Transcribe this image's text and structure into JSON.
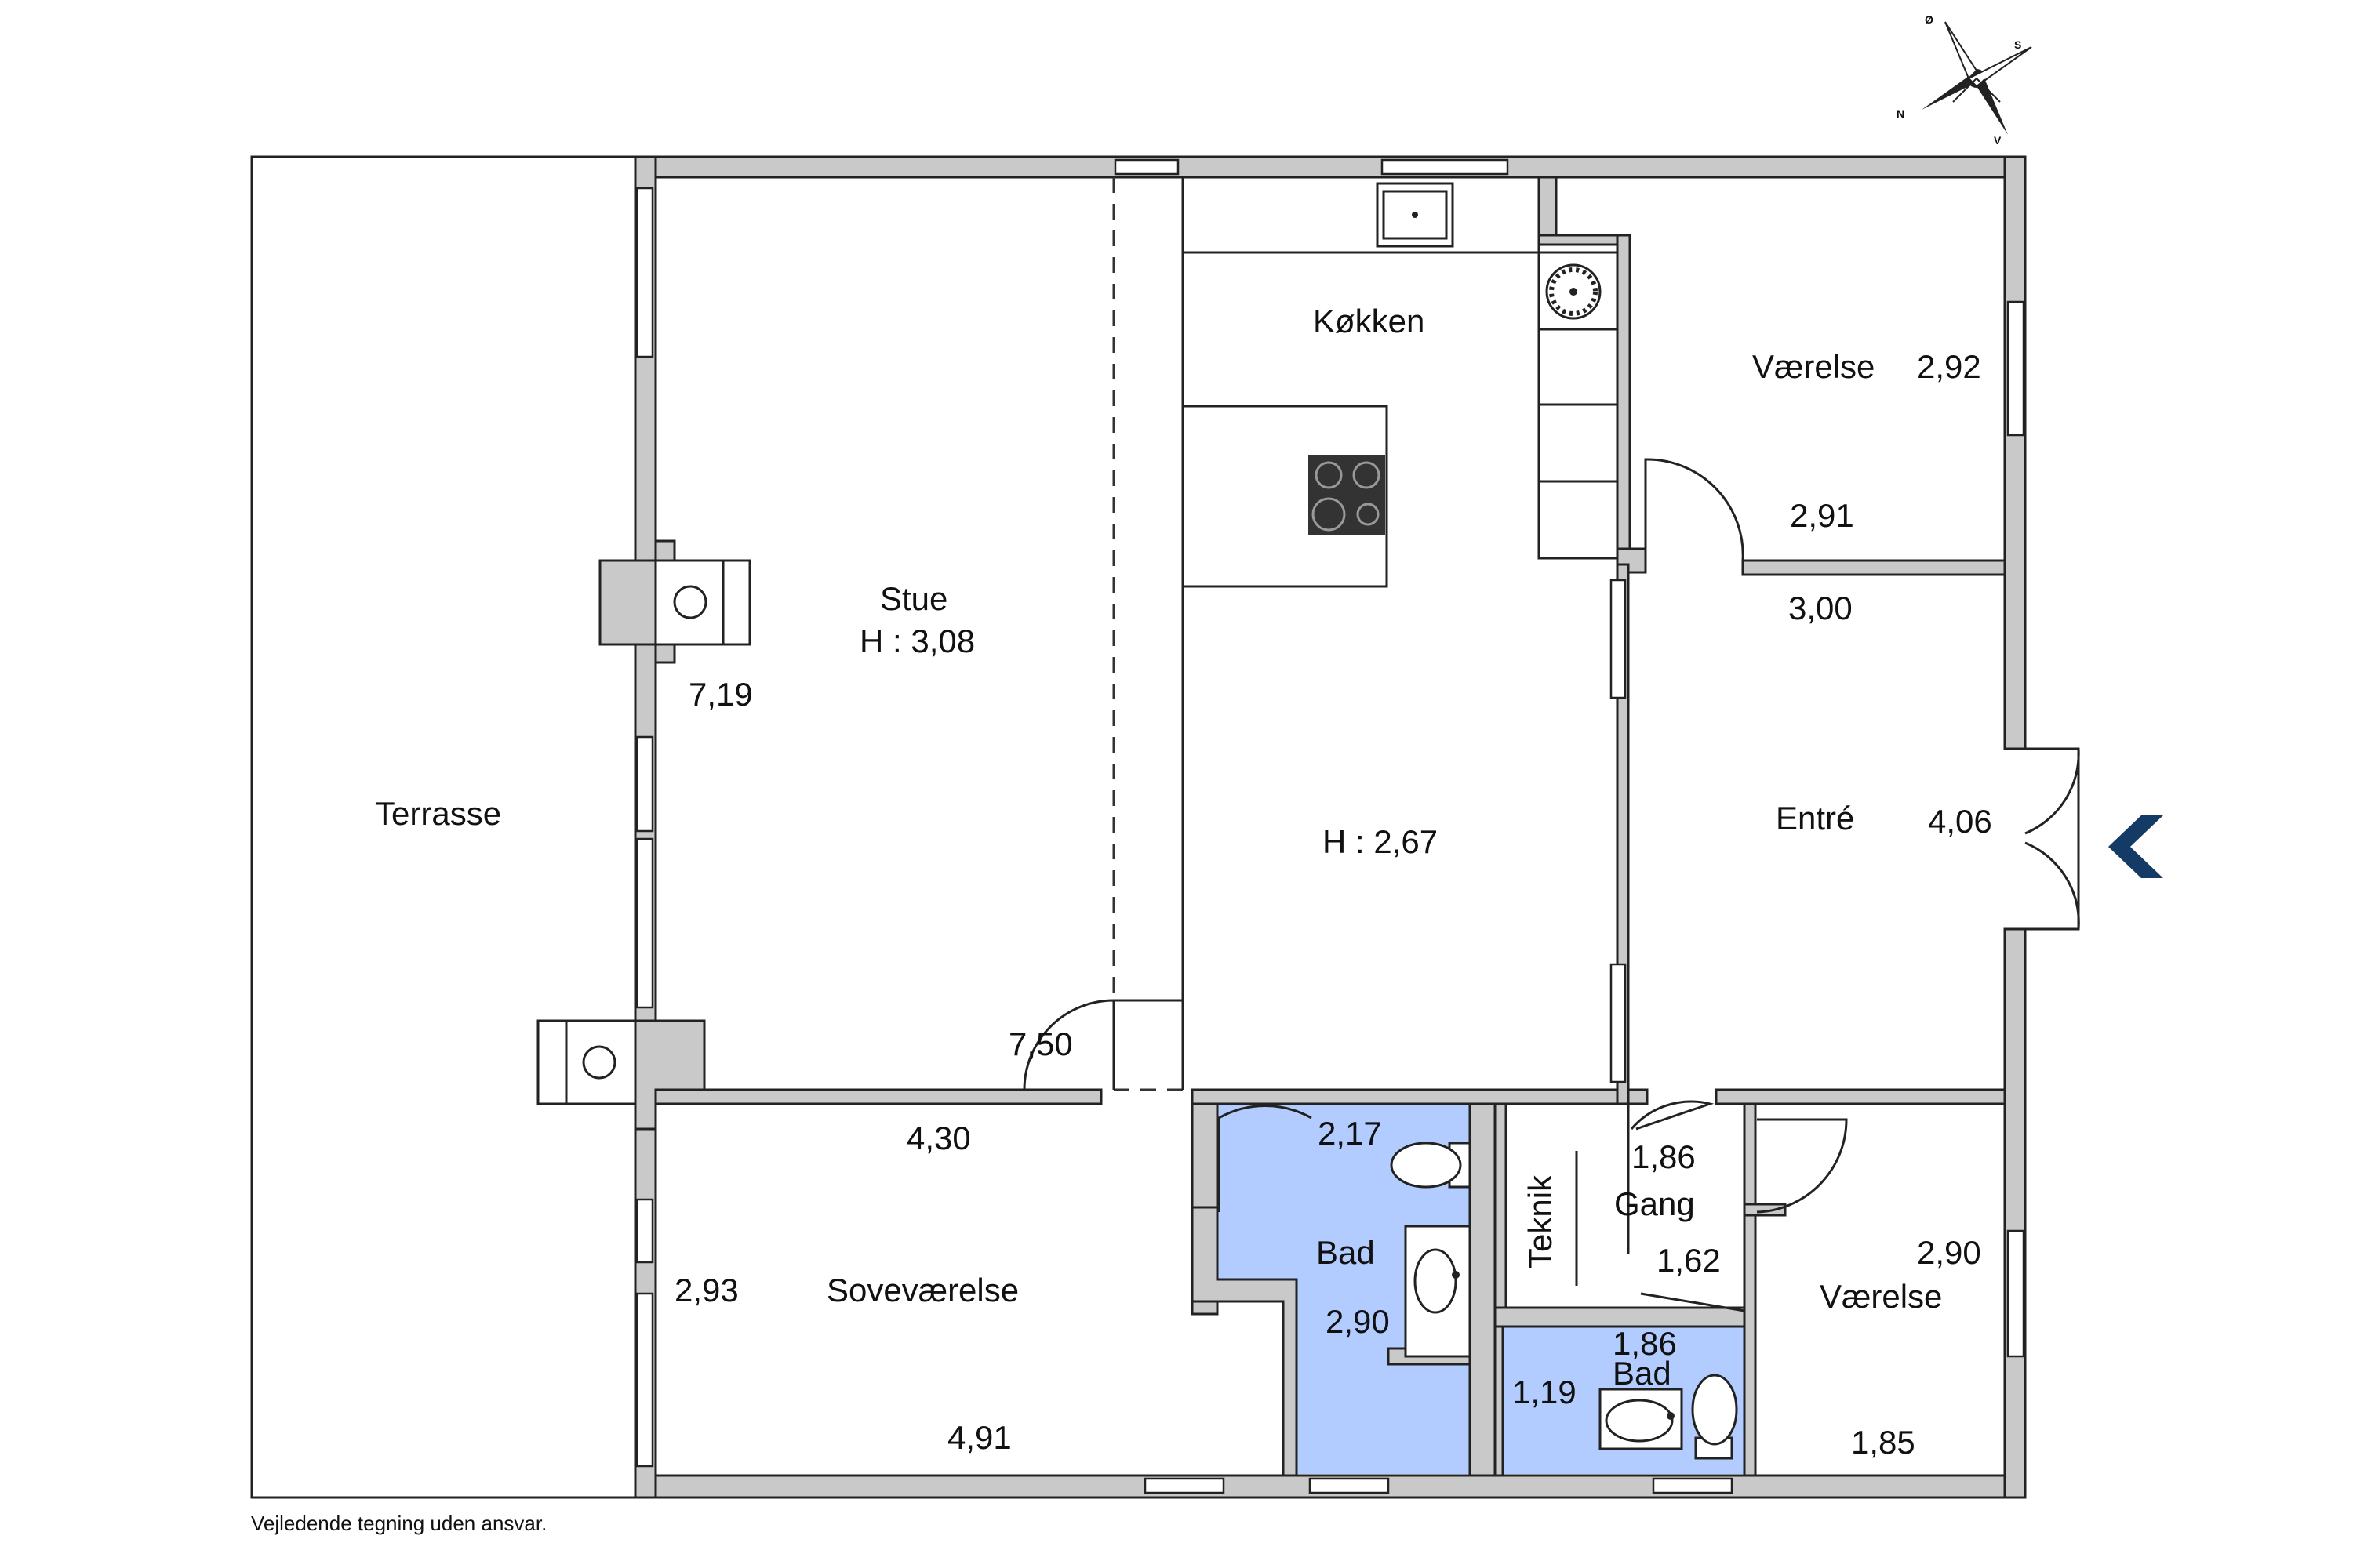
{
  "rooms": {
    "terrasse": "Terrasse",
    "stue": "Stue",
    "stue_height": "H : 3,08",
    "koekken": "Køkken",
    "koekken_height": "H : 2,67",
    "vaerelse_top": "Værelse",
    "entre": "Entré",
    "sovevaerelse": "Soveværelse",
    "bad_main": "Bad",
    "teknik": "Teknik",
    "gang": "Gang",
    "bad_small": "Bad",
    "vaerelse_bottom": "Værelse"
  },
  "dimensions": {
    "stue_w": "7,19",
    "stue_l": "7,50",
    "vaerelse_top_w": "2,92",
    "vaerelse_top_l": "2,91",
    "entre_w": "3,00",
    "entre_l": "4,06",
    "sove_a": "4,30",
    "sove_b": "2,93",
    "sove_c": "4,91",
    "bad_a": "2,17",
    "bad_b": "2,90",
    "gang_a": "1,86",
    "gang_b": "1,62",
    "bad_small_a": "1,86",
    "bad_small_b": "1,19",
    "vaerelse_bottom_a": "2,90",
    "vaerelse_bottom_b": "1,85"
  },
  "compass": {
    "n": "N",
    "s": "S",
    "o": "Ø",
    "v": "V"
  },
  "disclaimer": "Vejledende tegning uden ansvar.",
  "colors": {
    "wall": "#c9c9c9",
    "bathroom": "#b3ccff",
    "entry_arrow": "#143b66"
  }
}
